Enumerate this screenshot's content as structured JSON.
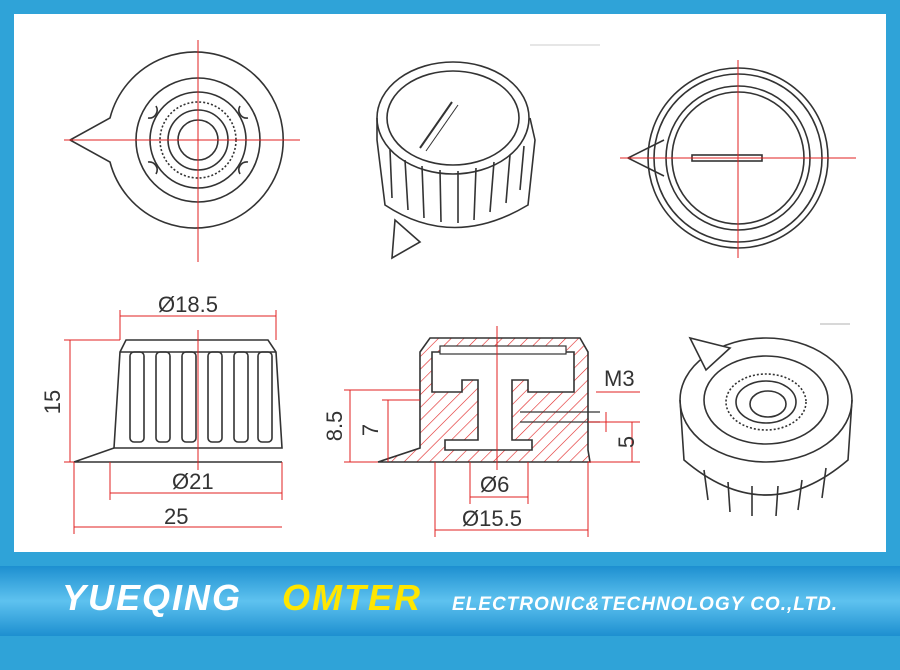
{
  "dimensions": {
    "top_diameter": "Ø18.5",
    "height": "15",
    "base_diameter": "Ø21",
    "total_width": "25",
    "height_outer": "8.5",
    "height_inner": "7",
    "screw": "M3",
    "screw_offset": "5",
    "shaft_diameter": "Ø6",
    "skirt_diameter": "Ø15.5"
  },
  "branding": {
    "company": "YUEQING",
    "brand": "OMTER",
    "tagline": "ELECTRONIC&TECHNOLOGY CO.,LTD."
  },
  "colors": {
    "background_border": "#2fa3d8",
    "centerline": "#e02020",
    "hatch": "#e02020",
    "outline": "#333333",
    "brand_accent": "#ffe600"
  }
}
